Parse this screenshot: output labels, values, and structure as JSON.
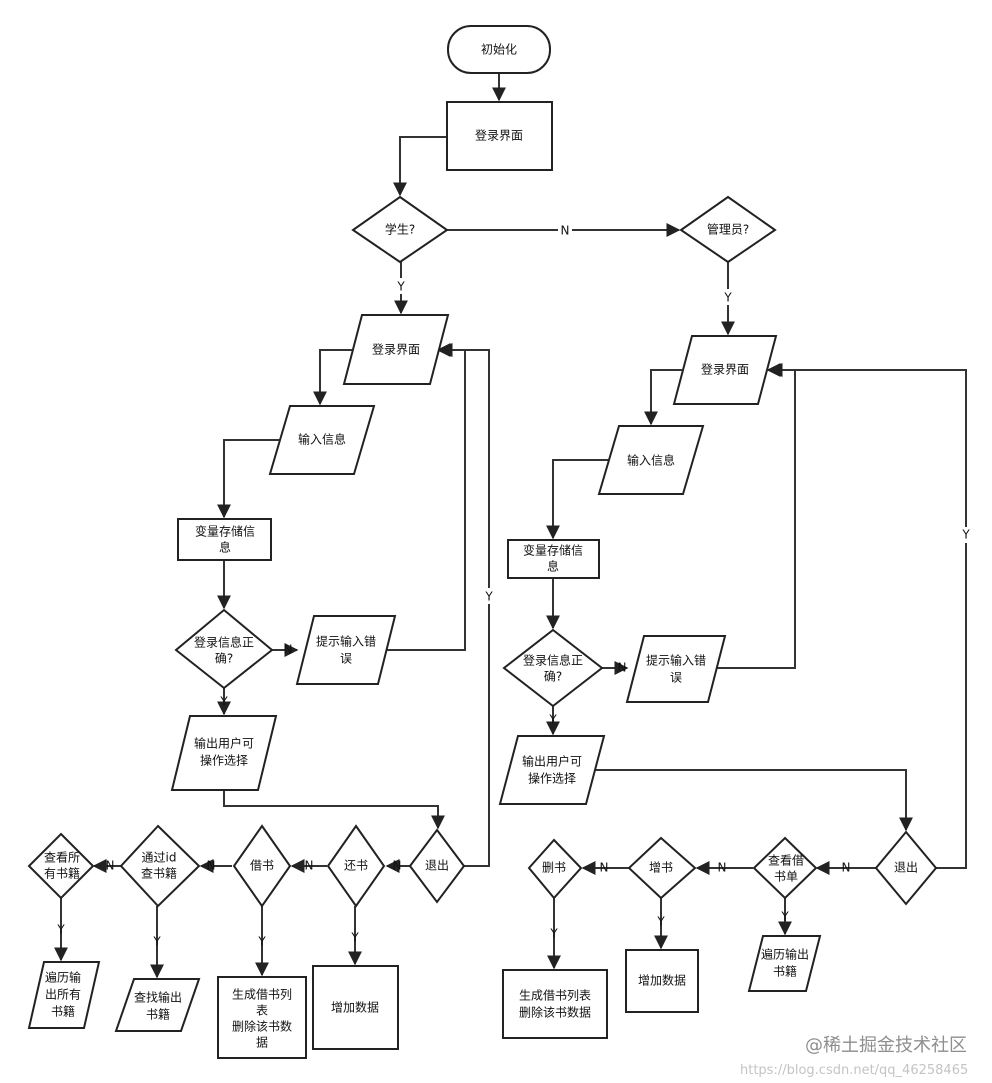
{
  "nodes": {
    "init": "初始化",
    "login_main": "登录界面",
    "student_q": "学生?",
    "admin_q": "管理员?",
    "s_login": "登录界面",
    "s_input": "输入信息",
    "s_store": [
      "变量存储信",
      "息"
    ],
    "s_check": [
      "登录信息正",
      "确?"
    ],
    "s_error": [
      "提示输入错",
      "误"
    ],
    "s_output": [
      "输出用户可",
      "操作选择"
    ],
    "s_exit": "退出",
    "s_return": "还书",
    "s_borrow": "借书",
    "s_query_id": [
      "通过id",
      "查书籍"
    ],
    "s_view_all": [
      "查看所",
      "有书籍"
    ],
    "s_traverse": [
      "遍历输",
      "出所有",
      "书籍"
    ],
    "s_find": [
      "查找输出",
      "书籍"
    ],
    "s_gen_list": [
      "生成借书列",
      "表",
      "删除该书数",
      "据"
    ],
    "s_add_data": "增加数据",
    "a_login": "登录界面",
    "a_input": "输入信息",
    "a_store": [
      "变量存储信",
      "息"
    ],
    "a_check": [
      "登录信息正",
      "确?"
    ],
    "a_error": [
      "提示输入错",
      "误"
    ],
    "a_output": [
      "输出用户可",
      "操作选择"
    ],
    "a_exit": "退出",
    "a_view_borrow": [
      "查看借",
      "书单"
    ],
    "a_add_book": "增书",
    "a_del_book": "删书",
    "a_traverse": [
      "遍历输出",
      "书籍"
    ],
    "a_add_data": "增加数据",
    "a_gen_list": [
      "生成借书列表",
      "删除该书数据"
    ]
  },
  "edge_labels": {
    "yes": "Y",
    "no": "N"
  },
  "watermark": {
    "brand": "@稀土掘金技术社区",
    "url": "https://blog.csdn.net/qq_46258465"
  },
  "colors": {
    "stroke": "#222222",
    "fill": "#ffffff",
    "watermark": "#8e8e8e"
  }
}
